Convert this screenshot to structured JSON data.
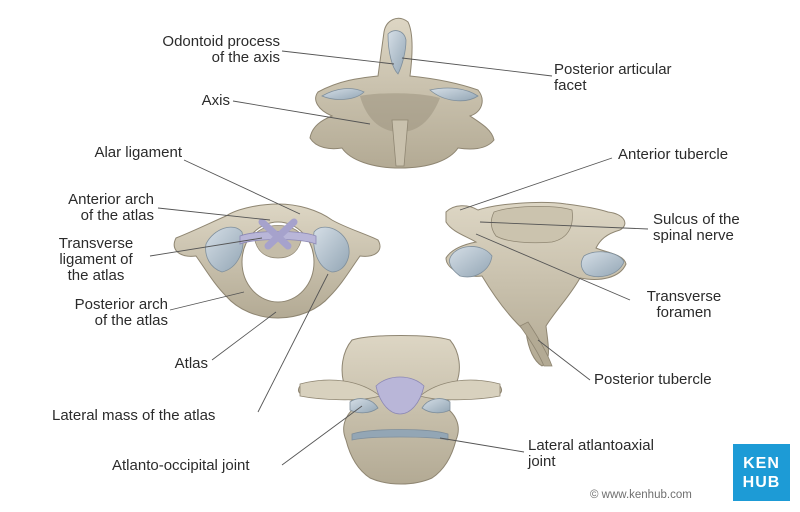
{
  "labels": {
    "odontoid": [
      "Odontoid process",
      "of the axis"
    ],
    "axis": "Axis",
    "posterior_facet": [
      "Posterior articular",
      "facet"
    ],
    "alar": "Alar ligament",
    "anterior_arch": [
      "Anterior arch",
      "of the atlas"
    ],
    "transverse_lig": [
      "Transverse",
      "ligament of",
      "the atlas"
    ],
    "posterior_arch": [
      "Posterior arch",
      "of the atlas"
    ],
    "atlas": "Atlas",
    "lateral_mass": "Lateral mass of the atlas",
    "atlanto_occipital": "Atlanto-occipital joint",
    "anterior_tubercle": "Anterior tubercle",
    "sulcus": [
      "Sulcus of the",
      "spinal nerve"
    ],
    "transverse_foramen": [
      "Transverse",
      "foramen"
    ],
    "posterior_tubercle": "Posterior tubercle",
    "lateral_atlantoaxial": [
      "Lateral atlantoaxial",
      "joint"
    ]
  },
  "copyright": "© www.kenhub.com",
  "logo": {
    "line1": "KEN",
    "line2": "HUB"
  },
  "colors": {
    "bone": "#cfc7b4",
    "bone_dark": "#a89f8a",
    "cartilage": "#aebdc9",
    "ligament": "#b9b6d8",
    "brand": "#1d9bd6"
  }
}
